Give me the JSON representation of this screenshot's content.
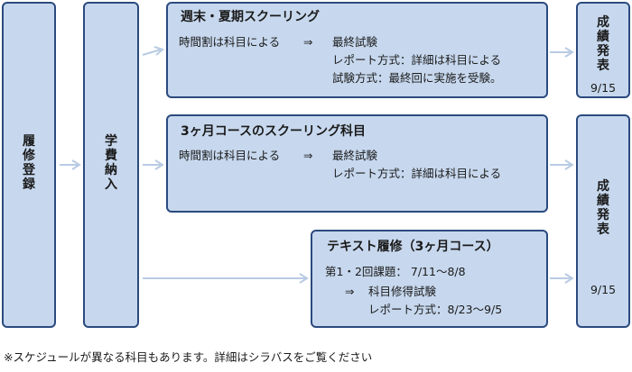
{
  "enroll": {
    "label": "履\n修\n登\n録"
  },
  "fee": {
    "label": "学\n費\n納\n入"
  },
  "summer": {
    "title": "週末・夏期スクーリング",
    "left": "時間割は科目による",
    "arrow": "⇒",
    "lines": [
      "最終試験",
      "レポート方式：詳細は科目による",
      "試験方式：最終回に実施を受験。"
    ]
  },
  "three_month": {
    "title": "3ヶ月コースのスクーリング科目",
    "left": "時間割は科目による",
    "arrow": "⇒",
    "lines": [
      "最終試験",
      "レポート方式：詳細は科目による"
    ]
  },
  "text_course": {
    "title": "テキスト履修（3ヶ月コース）",
    "line1": "第1・2回課題：  7/11～8/8",
    "arrow": "⇒",
    "line2": "科目修得試験",
    "line3": "レポート方式：8/23～9/5"
  },
  "result1": {
    "label": "成\n績\n発\n表",
    "date": "9/15"
  },
  "result2": {
    "label": "成\n績\n発\n表",
    "date": "9/15"
  },
  "footnote": "※スケジュールが異なる科目もあります。詳細はシラバスをご覧ください",
  "colors": {
    "box_fill": "#c7d8ee",
    "box_border": "#2b4a7e",
    "arrow": "#b9cbe3"
  }
}
